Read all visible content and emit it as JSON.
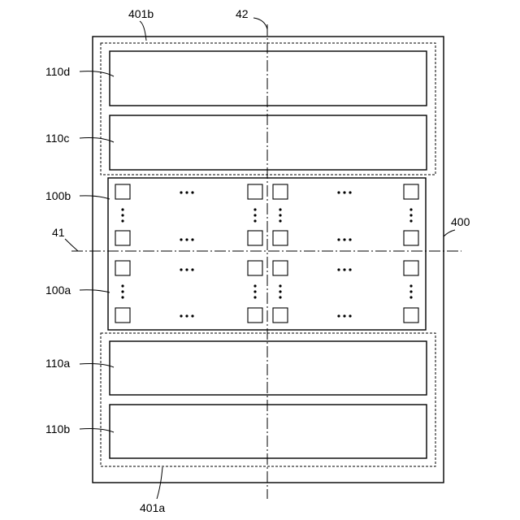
{
  "labels": {
    "board": "400",
    "region_top": "401b",
    "region_bottom": "401a",
    "axis_horizontal": "41",
    "axis_vertical": "42",
    "strip_110d": "110d",
    "strip_110c": "110c",
    "strip_110a": "110a",
    "strip_110b": "110b",
    "array_100b": "100b",
    "array_100a": "100a"
  }
}
